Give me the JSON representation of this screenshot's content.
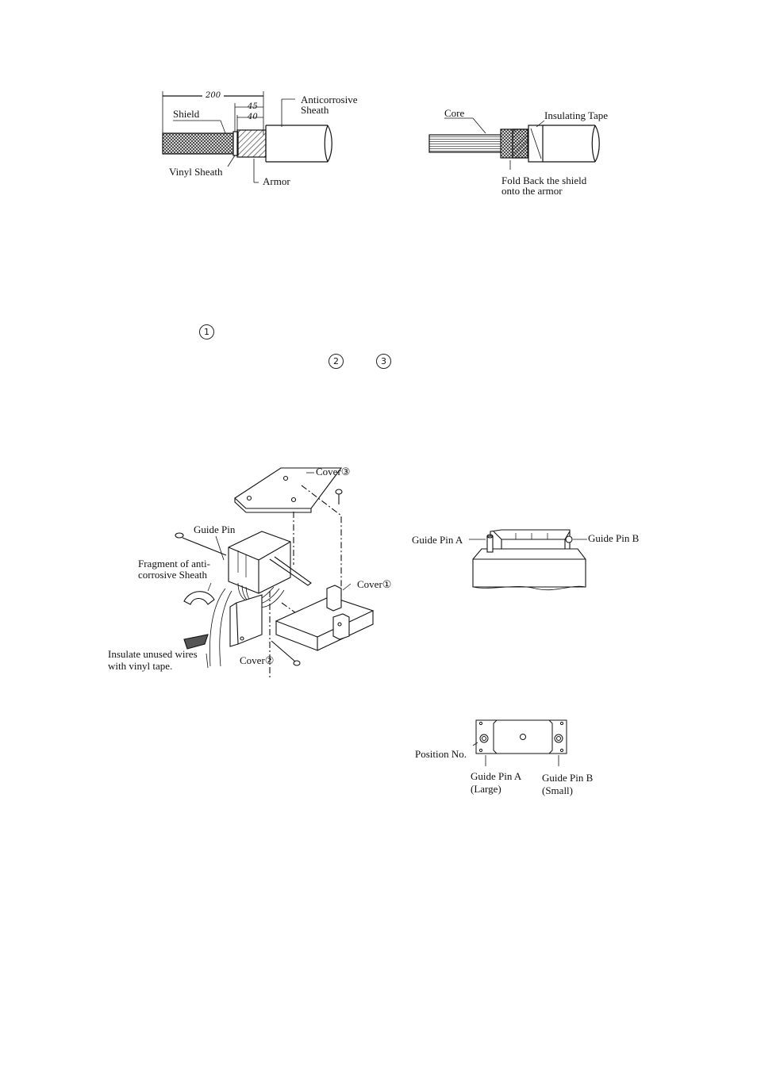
{
  "fig1": {
    "dim_total": "200",
    "dim_a": "45",
    "dim_b": "40",
    "shield": "Shield",
    "anticorrosive_line1": "Anticorrosive",
    "anticorrosive_line2": "Sheath",
    "vinyl_sheath": "Vinyl Sheath",
    "armor": "Armor"
  },
  "fig2": {
    "core": "Core",
    "insulating_tape": "Insulating Tape",
    "fold_line1": "Fold Back the shield",
    "fold_line2": "onto the armor"
  },
  "markers": {
    "m1": "1",
    "m2": "2",
    "m3": "3"
  },
  "fig3": {
    "cover3": "Cover③",
    "guide_pin": "Guide Pin",
    "fragment_line1": "Fragment of anti-",
    "fragment_line2": "corrosive Sheath",
    "cover1": "Cover①",
    "insulate_line1": "Insulate unused wires",
    "insulate_line2": "with vinyl tape.",
    "cover2": "Cover②"
  },
  "fig4": {
    "guide_pin_a": "Guide Pin A",
    "guide_pin_b": "Guide Pin B"
  },
  "fig5": {
    "position_no": "Position No.",
    "guide_a_line1": "Guide Pin A",
    "guide_a_line2": "(Large)",
    "guide_b_line1": "Guide Pin B",
    "guide_b_line2": "(Small)"
  }
}
